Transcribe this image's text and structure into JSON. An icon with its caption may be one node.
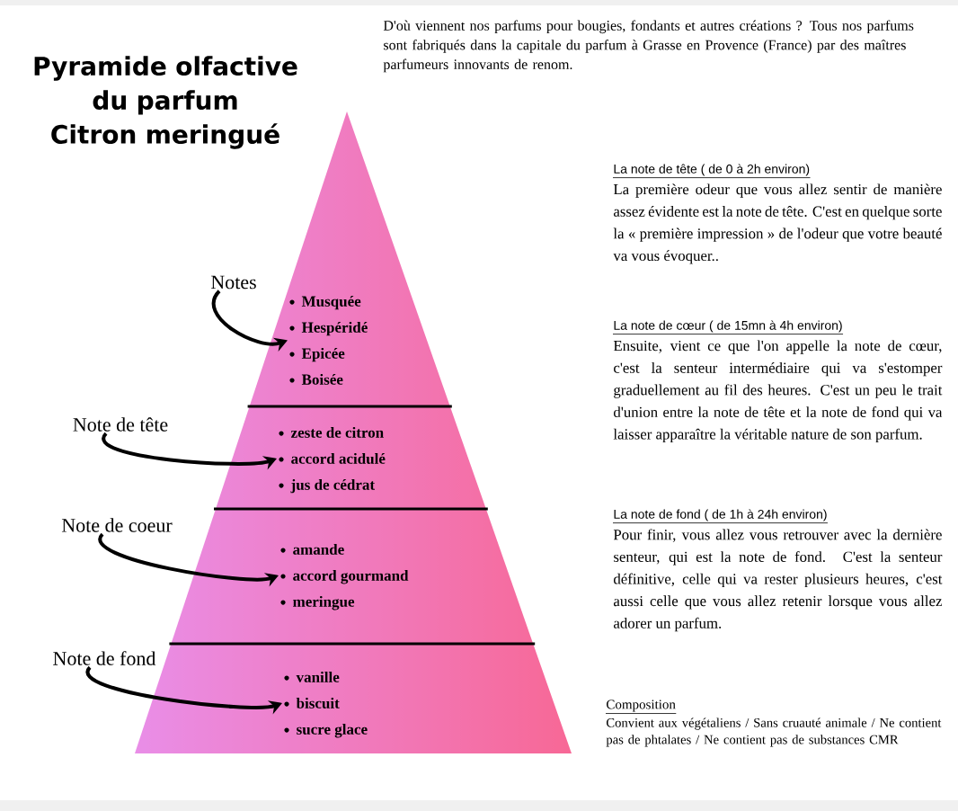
{
  "diagram": {
    "title": "Pyramide olfactive du parfum Citron meringué",
    "nodes": [
      {
        "text": [
          "Notes"
        ]
      },
      {
        "text": [
          "Musquée",
          "Hespéridé",
          "Epicée",
          "Boisée"
        ]
      },
      {
        "text": [
          "Note de tête"
        ]
      },
      {
        "text": [
          "zeste de citron",
          "accord acidulé",
          "jus de cédrat"
        ]
      },
      {
        "text": [
          "Note de coeur"
        ]
      },
      {
        "text": [
          "amande",
          "accord gourmand",
          "meringue"
        ]
      },
      {
        "text": [
          "Note de fond"
        ]
      },
      {
        "text": [
          "vanille",
          "biscuit",
          "sucre glace"
        ]
      }
    ],
    "edges": [
      {
        "from": 0,
        "to": 1,
        "arrow": "to"
      },
      {
        "from": 2,
        "to": 3,
        "arrow": "to"
      },
      {
        "from": 4,
        "to": 5,
        "arrow": "to"
      },
      {
        "from": 6,
        "to": 7,
        "arrow": "to"
      }
    ],
    "labels": [
      "D'où viennent nos parfums pour bougies, fondants et autres créations ? Tous nos parfums sont  fabriqués dans la capitale du parfum à Grasse en Provence (France) par des maîtres parfumeurs innovants de renom.",
      "La note de tête ( de 0 à 2h environ)",
      "La première odeur que vous allez sentir de manière assez évidente est la note de tête. C'est en quelque sorte la « première impression » de l'odeur que votre beauté va vous évoquer..",
      "La note de cœur ( de 15mn à 4h environ)",
      "Ensuite, vient ce que l'on appelle la note de cœur, c'est la senteur intermédiaire qui va s'estomper graduellement au fil des heures. C'est un peu le trait d'union entre la note de tête et la note de fond qui va laisser apparaître la véritable nature de son parfum.",
      "La note de fond ( de 1h à 24h environ)",
      "Pour finir, vous allez vous retrouver avec la dernière senteur, qui est la note de fond. C'est la senteur définitive, celle qui va rester plusieurs heures, c'est aussi celle que vous allez retenir lorsque vous allez adorer un parfum.",
      "Composition",
      "Convient aux végétaliens / Sans cruauté animale / Ne contient pas de phtalates / Ne contient pas de substances CMR"
    ]
  }
}
